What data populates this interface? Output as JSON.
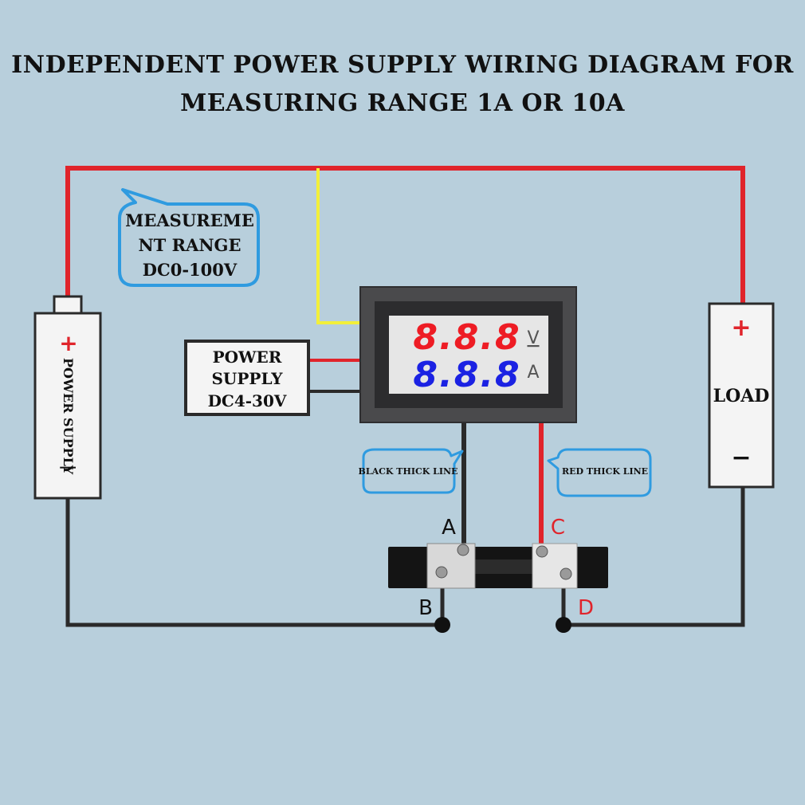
{
  "title": {
    "line1": "INDEPENDENT POWER SUPPLY WIRING DIAGRAM FOR",
    "line2": "MEASURING RANGE 1A OR 10A"
  },
  "callouts": {
    "measurement_range_line1": "MEASUREME",
    "measurement_range_line2": "NT RANGE",
    "measurement_range_line3": "DC0-100V",
    "black_thick_line": "BLACK THICK LINE",
    "red_thick_line": "RED THICK LINE"
  },
  "power_supply_box": {
    "line1": "POWER",
    "line2": "SUPPLY",
    "line3": "DC4-30V"
  },
  "battery": {
    "plus": "+",
    "label": "POWER SUPPLY",
    "minus": "|"
  },
  "load": {
    "plus": "+",
    "label": "LOAD",
    "minus": "−"
  },
  "meter": {
    "top_display": "8.8.8",
    "bottom_display": "8.8.8",
    "top_unit": "V",
    "bottom_unit": "A"
  },
  "terminals": {
    "a": "A",
    "b": "B",
    "c": "C",
    "d": "D"
  },
  "colors": {
    "background": "#b8cfdc",
    "red_wire": "#e0242b",
    "black_wire": "#2a2a2a",
    "yellow_wire": "#f2ef3a",
    "callout_border": "#2f9be0",
    "display_red": "#ee1c24",
    "display_blue": "#1b22e3"
  }
}
